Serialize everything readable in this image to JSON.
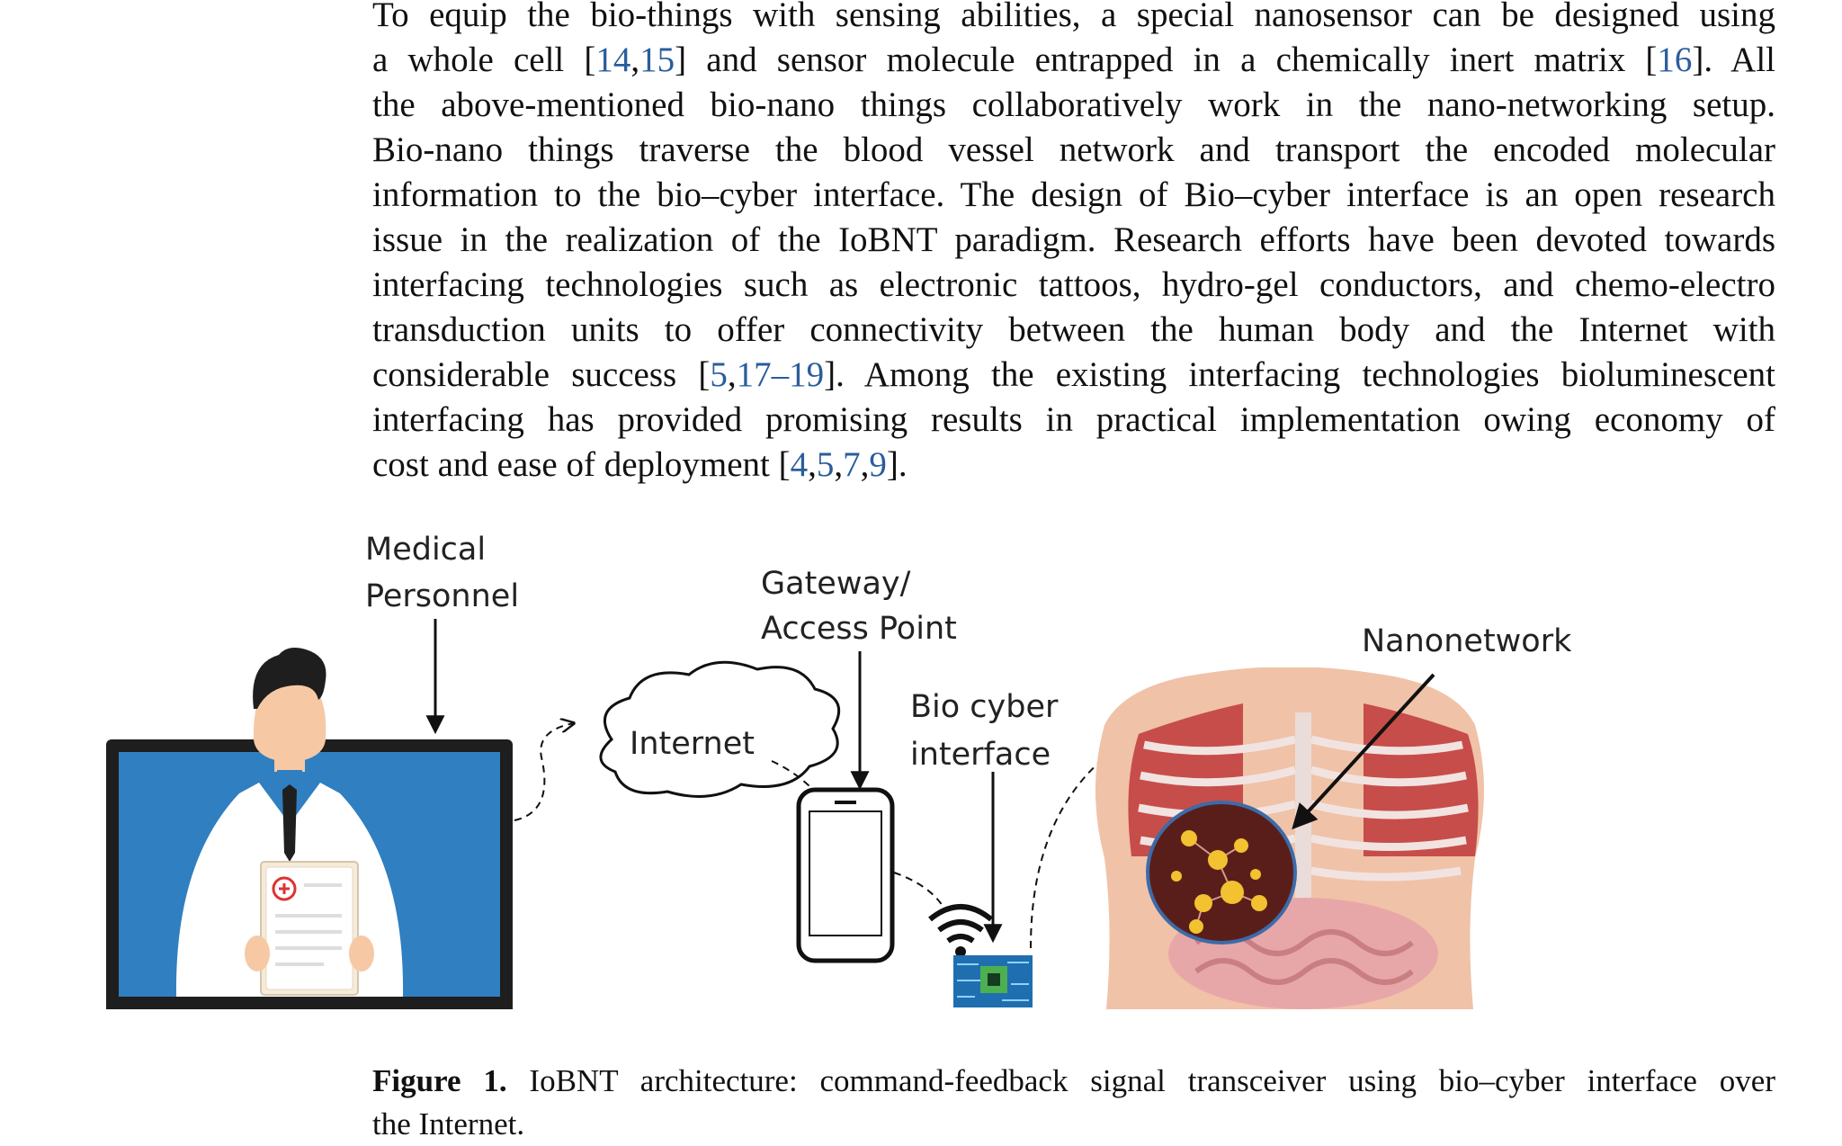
{
  "paragraph": {
    "lines": [
      {
        "text": "To equip the bio-things with sensing abilities, a special nanosensor can be designed using"
      },
      {
        "parts": [
          "a whole cell [",
          "14",
          ",",
          "15",
          "] and sensor molecule entrapped in a chemically inert matrix [",
          "16",
          "]. All"
        ]
      },
      {
        "text": "the above-mentioned bio-nano things collaboratively work in the nano-networking setup."
      },
      {
        "text": "Bio-nano things traverse the blood vessel network and transport the encoded molecular"
      },
      {
        "text": "information to the bio–cyber interface. The design of Bio–cyber interface is an open research"
      },
      {
        "text": "issue in the realization of the IoBNT paradigm. Research efforts have been devoted towards"
      },
      {
        "text": "interfacing technologies such as electronic tattoos, hydro-gel conductors, and chemo-electro"
      },
      {
        "text": "transduction units to offer connectivity between the human body and the Internet with"
      },
      {
        "parts": [
          "considerable success [",
          "5",
          ",",
          "17–19",
          "]. Among the existing interfacing technologies bioluminescent"
        ]
      },
      {
        "text": "interfacing has provided promising results in practical implementation owing economy of"
      },
      {
        "parts": [
          "cost and ease of deployment [",
          "4",
          ",",
          "5",
          ",",
          "7",
          ",",
          "9",
          "]."
        ]
      }
    ]
  },
  "figure": {
    "labels": {
      "medical_line1": "Medical",
      "medical_line2": "Personnel",
      "gateway_line1": "Gateway/",
      "gateway_line2": "Access Point",
      "internet": "Internet",
      "biocyber_line1": "Bio cyber",
      "biocyber_line2": "interface",
      "nanonetwork": "Nanonetwork"
    },
    "colors": {
      "screen_blue": "#2f7fc1",
      "monitor_frame": "#1e1e1e",
      "skin": "#f6c9a4",
      "hair": "#1e1e1e",
      "tie": "#1f1f1f",
      "coat": "#ffffff",
      "chip_blue": "#1f6fb0",
      "chip_green": "#4caf50",
      "nano_bg": "#5a1e1a",
      "nano_nodes": "#f2c230",
      "torso_skin": "#f0c2a8",
      "muscle": "#c0383a"
    }
  },
  "caption": {
    "label": "Figure 1.",
    "line1": " IoBNT architecture: command-feedback signal transceiver using bio–cyber interface over",
    "line2": "the Internet."
  }
}
